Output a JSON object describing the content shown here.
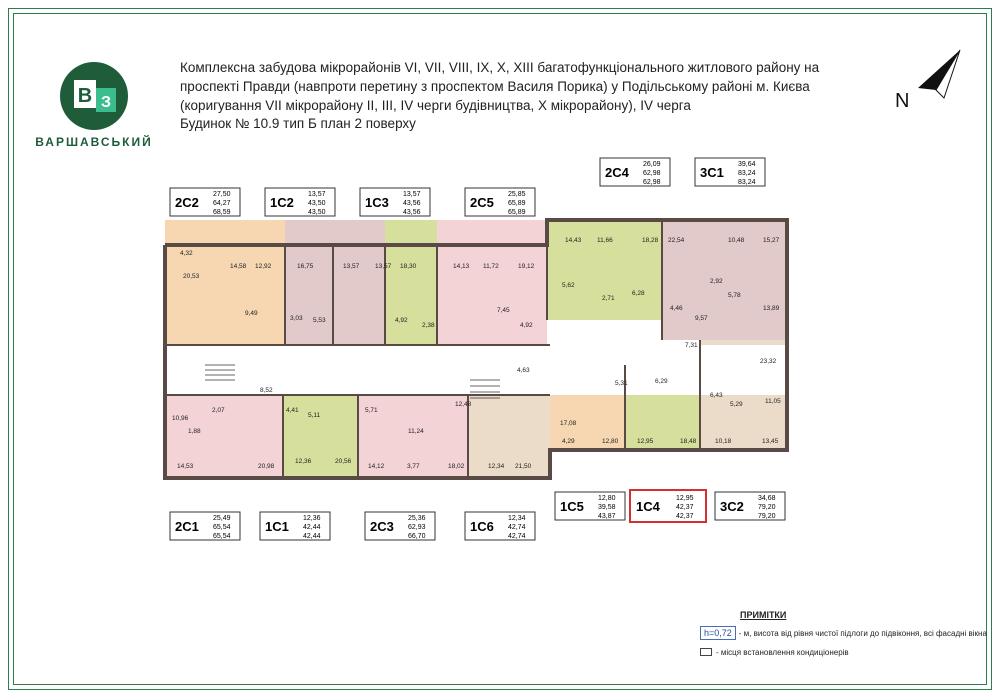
{
  "brand": {
    "logo_letters": "ВЗ",
    "name": "ВАРШАВСЬКИЙ",
    "primary_color": "#1e5c3a",
    "accent_color": "#3bbd8e"
  },
  "header": {
    "title_line1": "Комплексна забудова мікрорайонів VI, VII, VIII, IX, X, XIII багатофункціонального житлового району на",
    "title_line2": "проспекті Правди (навпроти перетину з проспектом Василя Порика) у Подільському районі м. Києва",
    "title_line3": "(коригування VII мікрорайону II, III, IV черги будівництва, X мікрорайону), IV черга",
    "subtitle": "Будинок № 10.9   тип Б   план 2 поверху"
  },
  "compass": {
    "label": "N"
  },
  "apartments_top": [
    {
      "code": "2С2",
      "v1": "27,50",
      "v2": "64,27",
      "v3": "68,59"
    },
    {
      "code": "1С2",
      "v1": "13,57",
      "v2": "43,50",
      "v3": "43,50"
    },
    {
      "code": "1С3",
      "v1": "13,57",
      "v2": "43,56",
      "v3": "43,56"
    },
    {
      "code": "2С5",
      "v1": "25,85",
      "v2": "65,89",
      "v3": "65,89"
    },
    {
      "code": "2С4",
      "v1": "26,09",
      "v2": "62,98",
      "v3": "62,98"
    },
    {
      "code": "3С1",
      "v1": "39,64",
      "v2": "83,24",
      "v3": "83,24"
    }
  ],
  "apartments_bottom": [
    {
      "code": "2С1",
      "v1": "25,49",
      "v2": "65,54",
      "v3": "65,54"
    },
    {
      "code": "1С1",
      "v1": "12,36",
      "v2": "42,44",
      "v3": "42,44"
    },
    {
      "code": "2С3",
      "v1": "25,36",
      "v2": "62,93",
      "v3": "66,70"
    },
    {
      "code": "1С6",
      "v1": "12,34",
      "v2": "42,74",
      "v3": "42,74"
    },
    {
      "code": "1С5",
      "v1": "12,80",
      "v2": "39,58",
      "v3": "43,87"
    },
    {
      "code": "1С4",
      "v1": "12,95",
      "v2": "42,37",
      "v3": "42,37",
      "highlighted": true
    },
    {
      "code": "3С2",
      "v1": "34,68",
      "v2": "79,20",
      "v3": "79,20"
    }
  ],
  "room_areas": [
    "4,32",
    "20,53",
    "14,58",
    "12,92",
    "9,49",
    "16,75",
    "13,57",
    "3,03",
    "5,53",
    "13,57",
    "18,30",
    "4,92",
    "2,38",
    "14,13",
    "11,72",
    "19,12",
    "7,45",
    "4,92",
    "14,43",
    "11,66",
    "18,28",
    "5,62",
    "2,71",
    "6,28",
    "22,54",
    "10,48",
    "15,27",
    "2,92",
    "5,78",
    "13,89",
    "4,46",
    "9,57",
    "7,31",
    "23,32",
    "10,96",
    "1,88",
    "2,07",
    "14,53",
    "20,98",
    "8,52",
    "4,41",
    "5,11",
    "12,36",
    "20,56",
    "5,71",
    "11,24",
    "14,12",
    "3,77",
    "18,02",
    "12,48",
    "4,63",
    "12,34",
    "21,50",
    "17,08",
    "4,29",
    "12,80",
    "5,31",
    "12,95",
    "6,29",
    "18,48",
    "6,43",
    "5,29",
    "11,05",
    "10,18",
    "13,45"
  ],
  "notes": {
    "title": "ПРИМІТКИ",
    "h_label": "h=0,72",
    "h_text": "- м, висота від рівня чистої підлоги до підвіконня, всі фасадні вікна",
    "ac_text": "- місця встановлення кондиціонерів"
  },
  "colors": {
    "orange": "#f6d7b2",
    "pink": "#f3d3d6",
    "green": "#d6df9c",
    "mauve": "#e2c9ca",
    "beige": "#eadcc9",
    "wall": "#5a4a45",
    "highlight": "#d43030"
  }
}
